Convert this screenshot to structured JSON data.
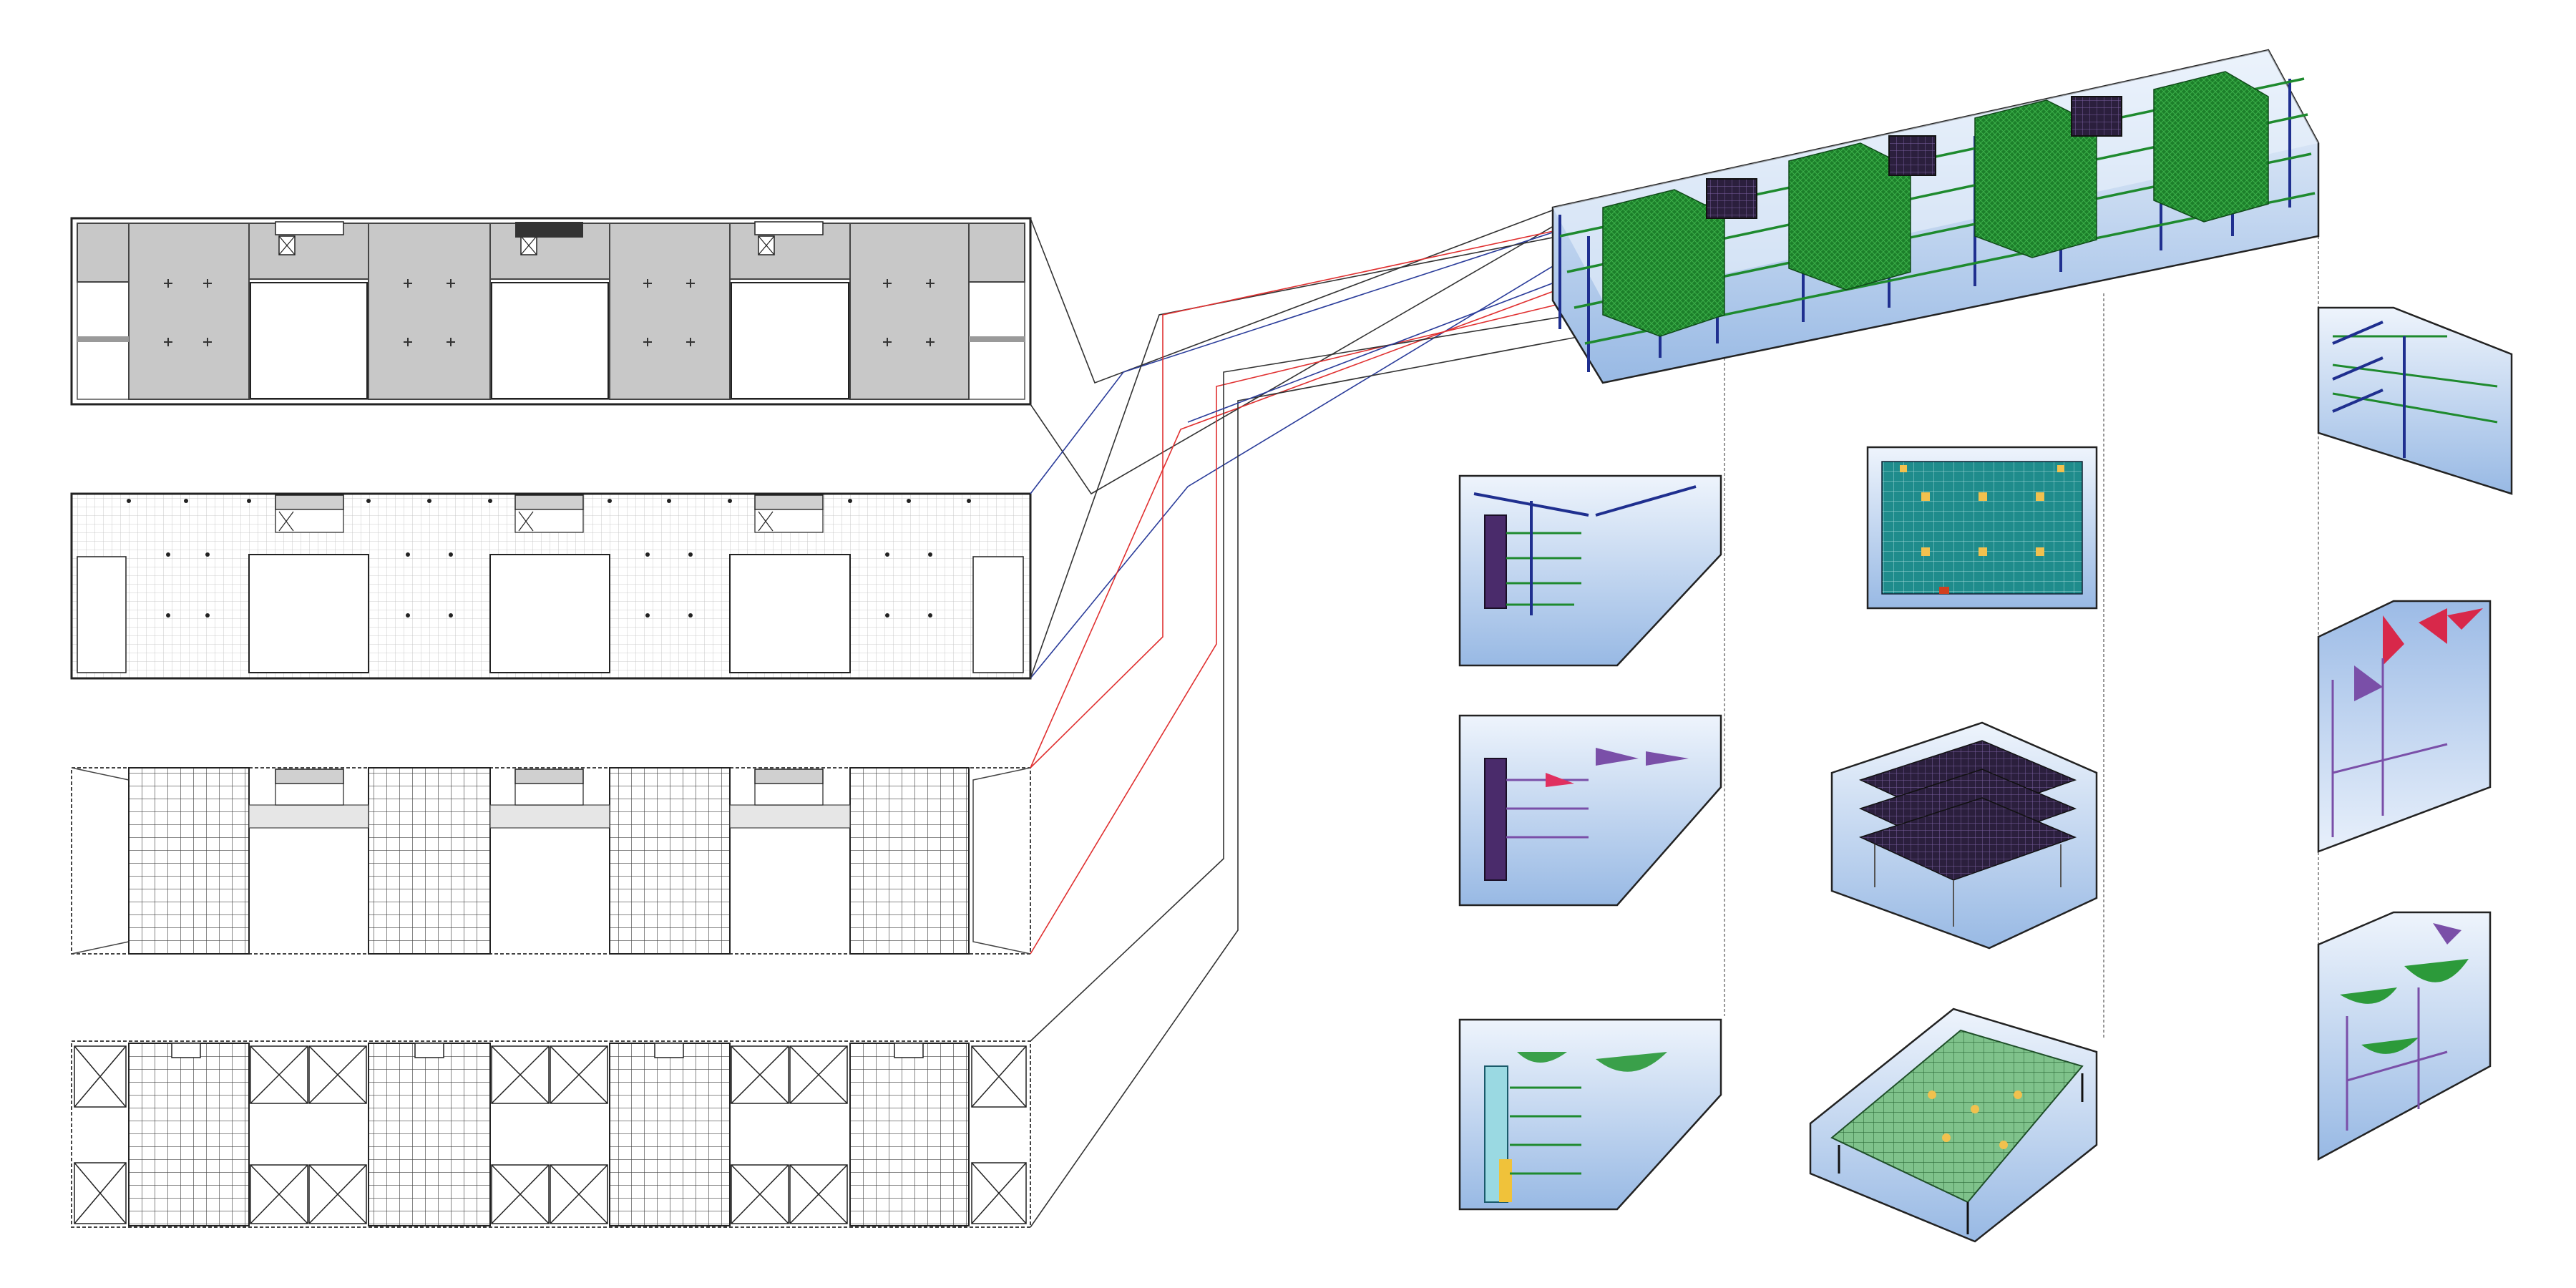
{
  "figure": {
    "description_labels": [],
    "plans": [
      {
        "id": "plan-1",
        "style": "solid-gray"
      },
      {
        "id": "plan-2",
        "style": "fine-grid"
      },
      {
        "id": "plan-3",
        "style": "waffle-slab"
      },
      {
        "id": "plan-4",
        "style": "waffle-with-openings"
      }
    ],
    "model_panels": [
      {
        "id": "main-model",
        "type": "3d-structure"
      },
      {
        "id": "detail-1",
        "type": "core-frame"
      },
      {
        "id": "detail-2",
        "type": "core-frame-moment"
      },
      {
        "id": "detail-3",
        "type": "core-frame-stress"
      },
      {
        "id": "detail-4",
        "type": "slab-plan"
      },
      {
        "id": "detail-5",
        "type": "multi-floor-slab"
      },
      {
        "id": "detail-6",
        "type": "slab-deformation"
      },
      {
        "id": "detail-7",
        "type": "end-frame"
      },
      {
        "id": "detail-8",
        "type": "end-frame-moment-red"
      },
      {
        "id": "detail-9",
        "type": "end-frame-moment-green"
      }
    ],
    "colors": {
      "line_black": "#333333",
      "line_red": "#e03030",
      "line_blue": "#2a3c9a",
      "plan_gray": "#c8c8c8",
      "steel_blue": "#1f2f8f",
      "slab_green": "#1e8a2e",
      "panel_sky_top": "#e9f1fb",
      "panel_sky_bottom": "#9fbfe6"
    }
  }
}
